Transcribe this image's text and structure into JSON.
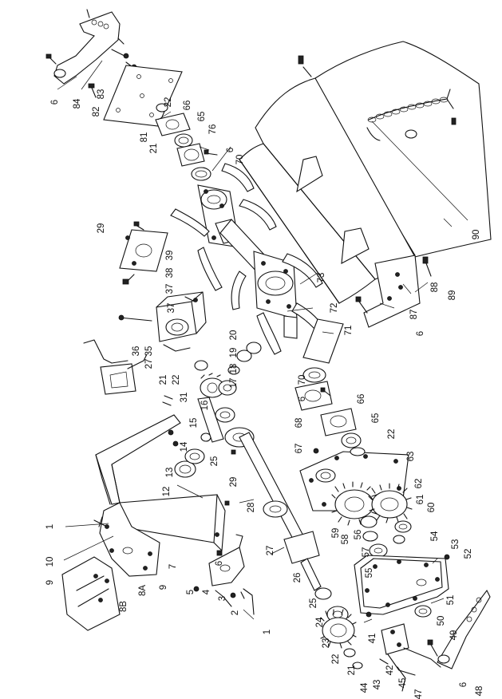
{
  "callouts": [
    {
      "id": "c-6-top",
      "text": "6"
    },
    {
      "id": "c-84",
      "text": "84"
    },
    {
      "id": "c-83",
      "text": "83"
    },
    {
      "id": "c-82",
      "text": "82"
    },
    {
      "id": "c-81",
      "text": "81"
    },
    {
      "id": "c-21-top",
      "text": "21"
    },
    {
      "id": "c-22-top",
      "text": "22"
    },
    {
      "id": "c-66-top",
      "text": "66"
    },
    {
      "id": "c-65-top",
      "text": "65"
    },
    {
      "id": "c-76",
      "text": "76"
    },
    {
      "id": "c-6-b",
      "text": "6"
    },
    {
      "id": "c-70-top",
      "text": "70"
    },
    {
      "id": "c-29-top",
      "text": "29"
    },
    {
      "id": "c-39",
      "text": "39"
    },
    {
      "id": "c-38",
      "text": "38"
    },
    {
      "id": "c-37-a",
      "text": "37"
    },
    {
      "id": "c-37-b",
      "text": "37"
    },
    {
      "id": "c-36",
      "text": "36"
    },
    {
      "id": "c-27",
      "text": "27"
    },
    {
      "id": "c-35",
      "text": "35"
    },
    {
      "id": "c-21-mid",
      "text": "21"
    },
    {
      "id": "c-22-mid",
      "text": "22"
    },
    {
      "id": "c-31",
      "text": "31"
    },
    {
      "id": "c-20",
      "text": "20"
    },
    {
      "id": "c-19",
      "text": "19"
    },
    {
      "id": "c-18",
      "text": "18"
    },
    {
      "id": "c-17",
      "text": "17"
    },
    {
      "id": "c-16",
      "text": "16"
    },
    {
      "id": "c-15",
      "text": "15"
    },
    {
      "id": "c-14",
      "text": "14"
    },
    {
      "id": "c-13",
      "text": "13"
    },
    {
      "id": "c-12",
      "text": "12"
    },
    {
      "id": "c-25-a",
      "text": "25"
    },
    {
      "id": "c-29-mid",
      "text": "29"
    },
    {
      "id": "c-28",
      "text": "28"
    },
    {
      "id": "c-1-top",
      "text": "1"
    },
    {
      "id": "c-10",
      "text": "10"
    },
    {
      "id": "c-9-a",
      "text": "9"
    },
    {
      "id": "c-9-b",
      "text": "9"
    },
    {
      "id": "c-8A",
      "text": "8A"
    },
    {
      "id": "c-8B",
      "text": "8B"
    },
    {
      "id": "c-7",
      "text": "7"
    },
    {
      "id": "c-6-c",
      "text": "6"
    },
    {
      "id": "c-5",
      "text": "5"
    },
    {
      "id": "c-4",
      "text": "4"
    },
    {
      "id": "c-3",
      "text": "3"
    },
    {
      "id": "c-2",
      "text": "2"
    },
    {
      "id": "c-1-bot",
      "text": "1"
    },
    {
      "id": "c-27-b",
      "text": "27"
    },
    {
      "id": "c-26",
      "text": "26"
    },
    {
      "id": "c-25-b",
      "text": "25"
    },
    {
      "id": "c-24",
      "text": "24"
    },
    {
      "id": "c-23",
      "text": "23"
    },
    {
      "id": "c-22-bot",
      "text": "22"
    },
    {
      "id": "c-21-bot",
      "text": "21"
    },
    {
      "id": "c-41",
      "text": "41"
    },
    {
      "id": "c-44",
      "text": "44"
    },
    {
      "id": "c-43",
      "text": "43"
    },
    {
      "id": "c-42",
      "text": "42"
    },
    {
      "id": "c-45",
      "text": "45"
    },
    {
      "id": "c-47",
      "text": "47"
    },
    {
      "id": "c-6-d",
      "text": "6"
    },
    {
      "id": "c-48",
      "text": "48"
    },
    {
      "id": "c-49",
      "text": "49"
    },
    {
      "id": "c-50",
      "text": "50"
    },
    {
      "id": "c-51",
      "text": "51"
    },
    {
      "id": "c-52",
      "text": "52"
    },
    {
      "id": "c-53",
      "text": "53"
    },
    {
      "id": "c-54",
      "text": "54"
    },
    {
      "id": "c-55",
      "text": "55"
    },
    {
      "id": "c-57",
      "text": "57"
    },
    {
      "id": "c-56",
      "text": "56"
    },
    {
      "id": "c-58",
      "text": "58"
    },
    {
      "id": "c-59",
      "text": "59"
    },
    {
      "id": "c-60",
      "text": "60"
    },
    {
      "id": "c-61",
      "text": "61"
    },
    {
      "id": "c-62",
      "text": "62"
    },
    {
      "id": "c-63",
      "text": "63"
    },
    {
      "id": "c-22-r",
      "text": "22"
    },
    {
      "id": "c-65-r",
      "text": "65"
    },
    {
      "id": "c-66-r",
      "text": "66"
    },
    {
      "id": "c-67",
      "text": "67"
    },
    {
      "id": "c-68",
      "text": "68"
    },
    {
      "id": "c-6-e",
      "text": "6"
    },
    {
      "id": "c-70-r",
      "text": "70"
    },
    {
      "id": "c-71",
      "text": "71"
    },
    {
      "id": "c-72",
      "text": "72"
    },
    {
      "id": "c-73",
      "text": "73"
    },
    {
      "id": "c-6-f",
      "text": "6"
    },
    {
      "id": "c-87",
      "text": "87"
    },
    {
      "id": "c-88",
      "text": "88"
    },
    {
      "id": "c-89",
      "text": "89"
    },
    {
      "id": "c-90",
      "text": "90"
    }
  ]
}
